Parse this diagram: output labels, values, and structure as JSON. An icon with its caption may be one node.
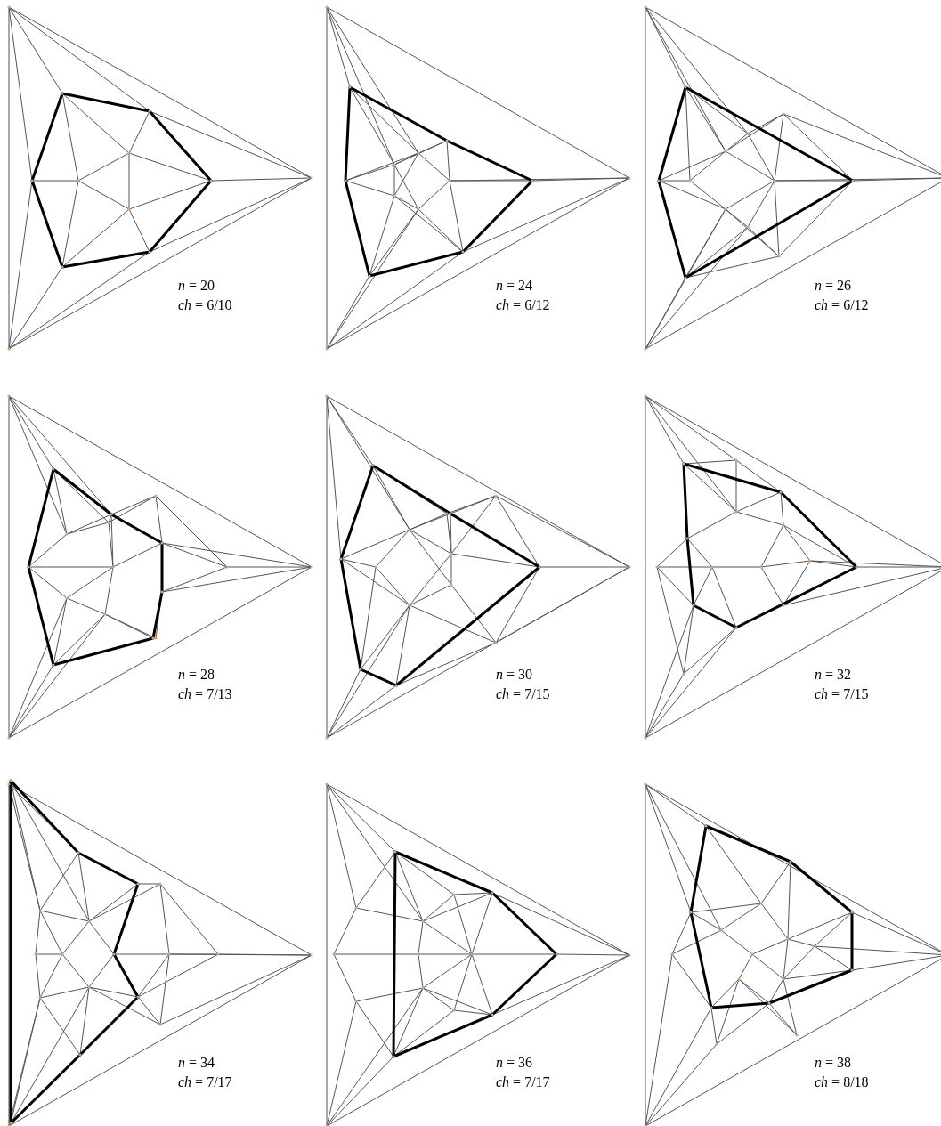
{
  "diagram": {
    "labels": [
      "*n* = 20",
      "*ch* = 6/10",
      "*n* = 24",
      "*ch* = 6/12",
      "*n* = 26",
      "*ch* = 6/12",
      "*n* = 28",
      "*ch* = 7/13",
      "*n* = 30",
      "*ch* = 7/15",
      "*n* = 32",
      "*ch* = 7/15",
      "*n* = 34",
      "*ch* = 7/17",
      "*n* = 36",
      "*ch* = 7/17",
      "*n* = 38",
      "*ch* = 8/18"
    ]
  }
}
